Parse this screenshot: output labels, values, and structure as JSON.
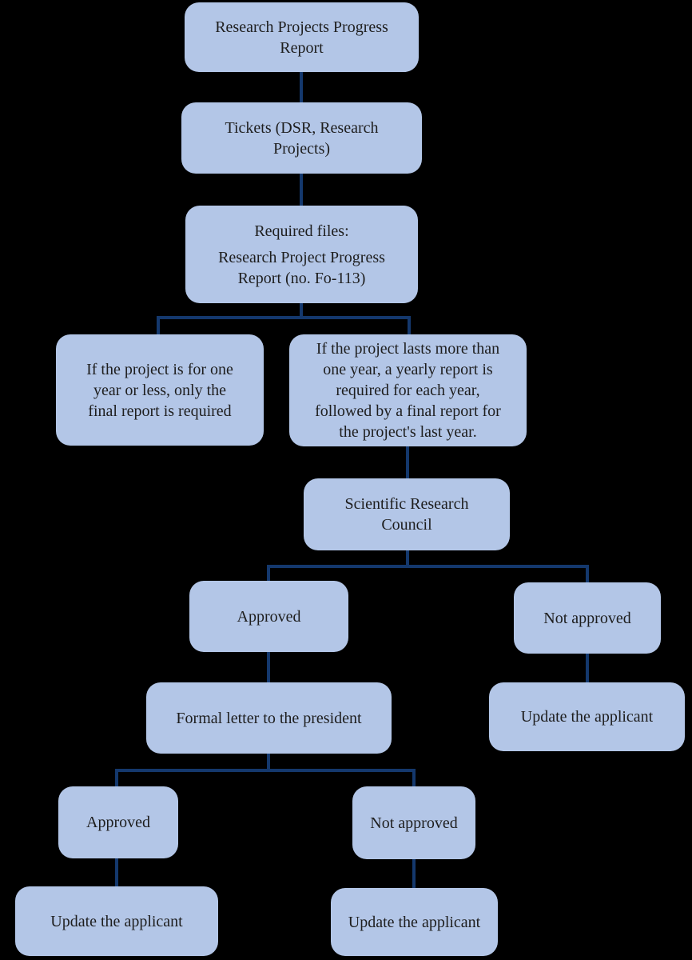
{
  "diagram": {
    "type": "flowchart",
    "background_color": "#000000",
    "node_fill_color": "#b3c6e7",
    "connector_color": "#14386d",
    "text_color": "#1e1e1e"
  },
  "nodes": {
    "report": {
      "label": "Research Projects Progress\nReport"
    },
    "tickets": {
      "label": "Tickets (DSR, Research\nProjects)"
    },
    "required_files": {
      "line1": "Required files:",
      "line2": "Research Project Progress\nReport (no. Fo-113)"
    },
    "one_year": {
      "label": "If the project is for one\nyear or less, only the\nfinal report is required"
    },
    "multi_year": {
      "label": "If the project lasts more than\none year, a yearly report is\nrequired for each year,\nfollowed by a final report for\nthe project's last year."
    },
    "council": {
      "label": "Scientific Research\nCouncil"
    },
    "council_approved": {
      "label": "Approved"
    },
    "council_not_approved": {
      "label": "Not approved"
    },
    "formal_letter": {
      "label": "Formal letter to the president"
    },
    "update_applicant_right": {
      "label": "Update the applicant"
    },
    "president_approved": {
      "label": "Approved"
    },
    "president_not_approved": {
      "label": "Not approved"
    },
    "update_applicant_left": {
      "label": "Update the applicant"
    },
    "update_applicant_mid": {
      "label": "Update the applicant"
    }
  },
  "edges": [
    "report -> tickets",
    "tickets -> required_files",
    "required_files -> one_year",
    "required_files -> multi_year",
    "multi_year -> council",
    "council -> council_approved",
    "council -> council_not_approved",
    "council_approved -> formal_letter",
    "council_not_approved -> update_applicant_right",
    "formal_letter -> president_approved",
    "formal_letter -> president_not_approved",
    "president_approved -> update_applicant_left",
    "president_not_approved -> update_applicant_mid"
  ]
}
